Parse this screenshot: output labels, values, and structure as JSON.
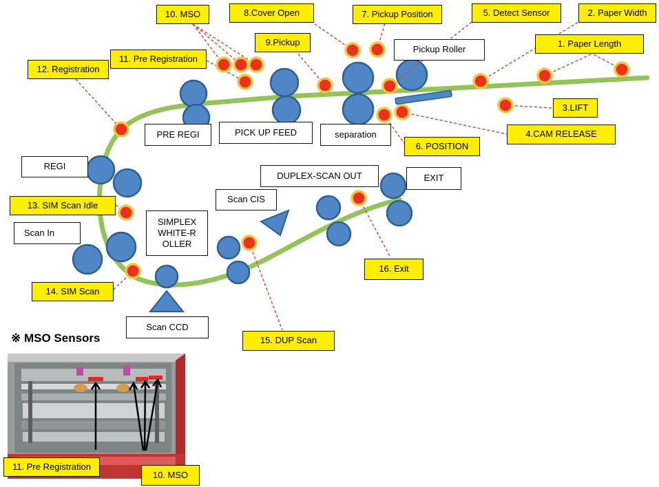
{
  "title_hint": "",
  "colors": {
    "path": "#92c45a",
    "roller": "#4f86c6",
    "roller_stroke": "#2d5f93",
    "sensor_fill": "#e8321e",
    "sensor_ring": "#f5c242",
    "leader": "#c0503c",
    "label_yellow": "#ffee00"
  },
  "sensors": {
    "s1": "1. Paper Length",
    "s2": "2. Paper Width",
    "s3": "3.LIFT",
    "s4": "4.CAM RELEASE",
    "s5": "5. Detect Sensor",
    "s6": "6. POSITION",
    "s7": "7. Pickup Position",
    "s8": "8.Cover Open",
    "s9": "9.Pickup",
    "s10": "10. MSO",
    "s11": "11. Pre Registration",
    "s12": "12. Registration",
    "s13": "13. SIM Scan Idle",
    "s14": "14. SIM Scan",
    "s15": "15. DUP Scan",
    "s16": "16. Exit"
  },
  "components": {
    "pickup_roller": "Pickup Roller",
    "pre_regi": "PRE REGI",
    "pick_up_feed": "PICK UP FEED",
    "separation": "separation",
    "regi": "REGI",
    "scan_in": "Scan In",
    "simplex_white_roller": "SIMPLEX WHITE-R OLLER",
    "scan_cis": "Scan CIS",
    "duplex_scan_out": "DUPLEX-SCAN OUT",
    "exit": "EXIT",
    "scan_ccd": "Scan CCD"
  },
  "mso_section": {
    "heading": "※ MSO Sensors",
    "label_pre_registration": "11. Pre Registration",
    "label_mso": "10. MSO"
  }
}
